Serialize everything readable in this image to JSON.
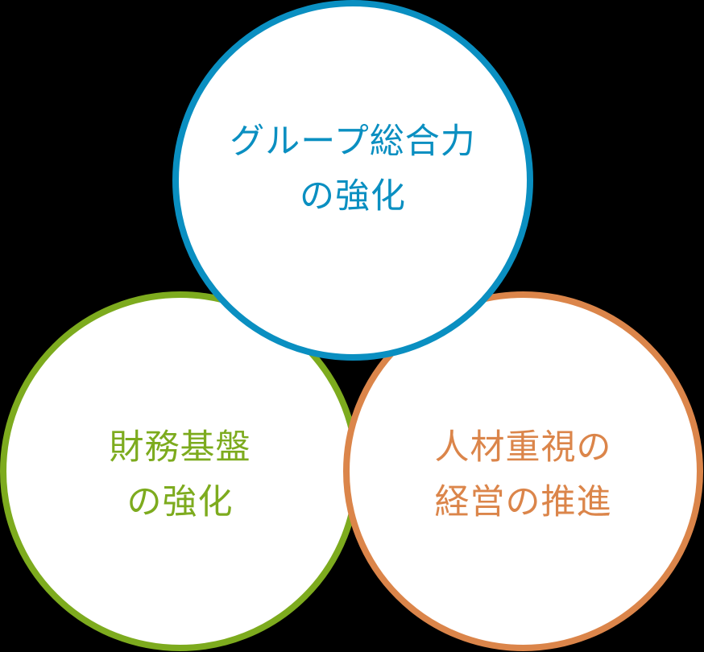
{
  "diagram": {
    "type": "three-circle-overlap",
    "circles": [
      {
        "id": "group",
        "lines": [
          "グループ総合力",
          "の強化"
        ],
        "color": "#0a8fc1"
      },
      {
        "id": "finance",
        "lines": [
          "財務基盤",
          "の強化"
        ],
        "color": "#7dab1e"
      },
      {
        "id": "people",
        "lines": [
          "人材重視の",
          "経営の推進"
        ],
        "color": "#db854a"
      }
    ],
    "background": "#000000"
  }
}
